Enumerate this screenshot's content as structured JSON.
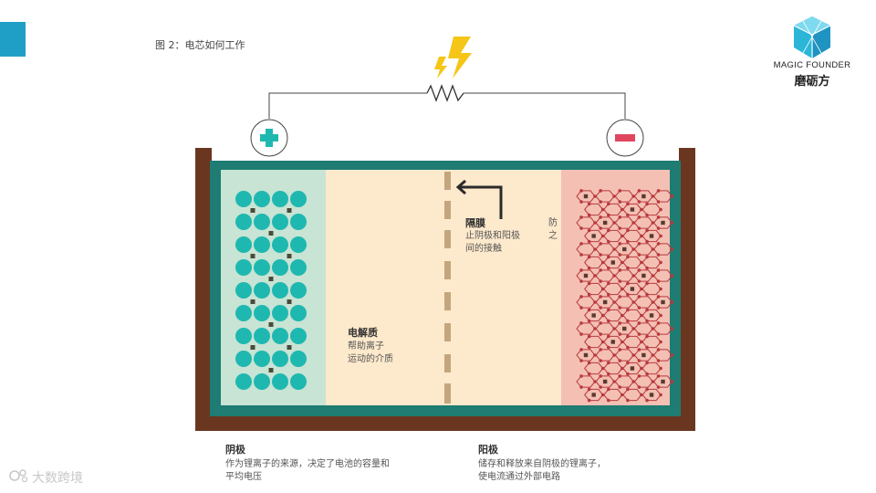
{
  "figure_title": "图 2：电芯如何工作",
  "logo": {
    "english": "MAGIC FOUNDER",
    "chinese": "磨砺方"
  },
  "terminals": {
    "positive": "+",
    "negative": "−"
  },
  "separator": {
    "title": "隔膜",
    "lines": [
      "止阴极和阳极",
      "间的接触"
    ],
    "side_chars": [
      "防",
      "之"
    ]
  },
  "electrolyte": {
    "title": "电解质",
    "lines": [
      "帮助离子",
      "运动的介质"
    ]
  },
  "cathode": {
    "title": "阴极",
    "lines": [
      "作为锂离子的来源，决定了电池的容量和",
      "平均电压"
    ]
  },
  "anode": {
    "title": "阳极",
    "lines": [
      "储存和释放来自阴极的锂离子，",
      "使电流通过外部电路"
    ]
  },
  "watermark": "大数跨境",
  "colors": {
    "brown": "#6b3620",
    "teal": "#1e7c73",
    "cathode_bg": "#c8e4d4",
    "electrolyte_bg": "#fde9cc",
    "anode_bg": "#f4c0b4",
    "ion": "#1fb8b0",
    "separator": "#c4a67e",
    "hexagon": "#b8393d",
    "corner_block": "#1f9fc6"
  }
}
